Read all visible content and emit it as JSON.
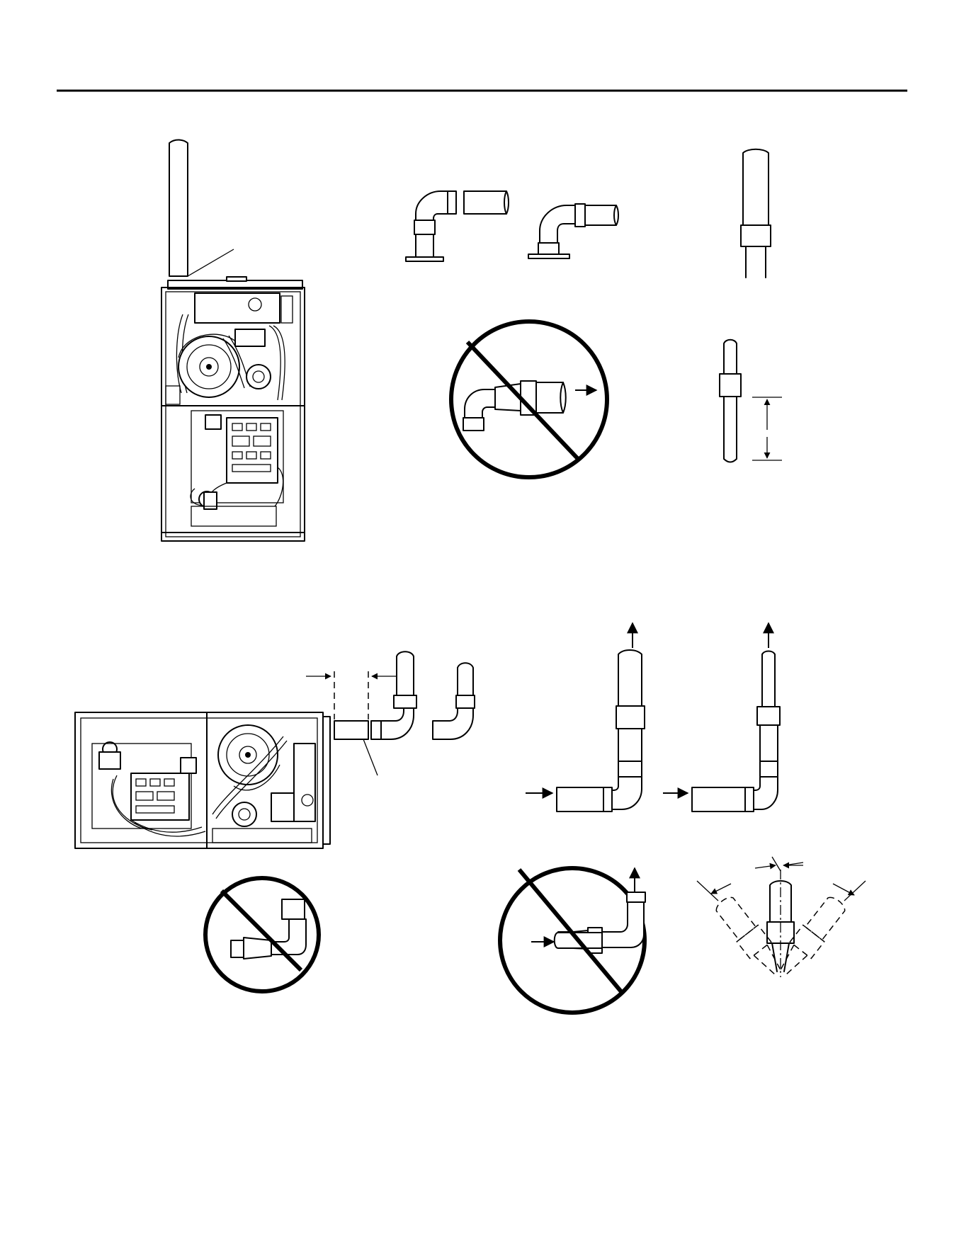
{
  "page": {
    "figures": [
      {
        "name": "upflow-furnace-vent-pipe"
      },
      {
        "name": "vent-elbows-on-flange"
      },
      {
        "name": "vertical-pipe-coupling"
      },
      {
        "name": "prohibited-horizontal-elbow"
      },
      {
        "name": "coupling-clearance-dimension"
      },
      {
        "name": "horizontal-furnace-vent-pipe"
      },
      {
        "name": "prohibited-horizontal-coupling"
      },
      {
        "name": "vent-elbow-flow-assemblies"
      },
      {
        "name": "prohibited-coupling-flow"
      },
      {
        "name": "vent-angle-limits"
      }
    ]
  }
}
